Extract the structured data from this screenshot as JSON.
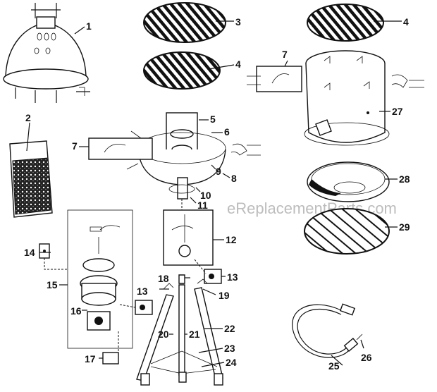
{
  "watermark": "eReplacementParts.com",
  "callouts": [
    "1",
    "2",
    "3",
    "4",
    "4",
    "5",
    "6",
    "7",
    "7",
    "8",
    "9",
    "10",
    "11",
    "12",
    "13",
    "13",
    "14",
    "15",
    "16",
    "17",
    "18",
    "19",
    "20",
    "21",
    "22",
    "23",
    "24",
    "25",
    "26",
    "27",
    "28",
    "29"
  ]
}
